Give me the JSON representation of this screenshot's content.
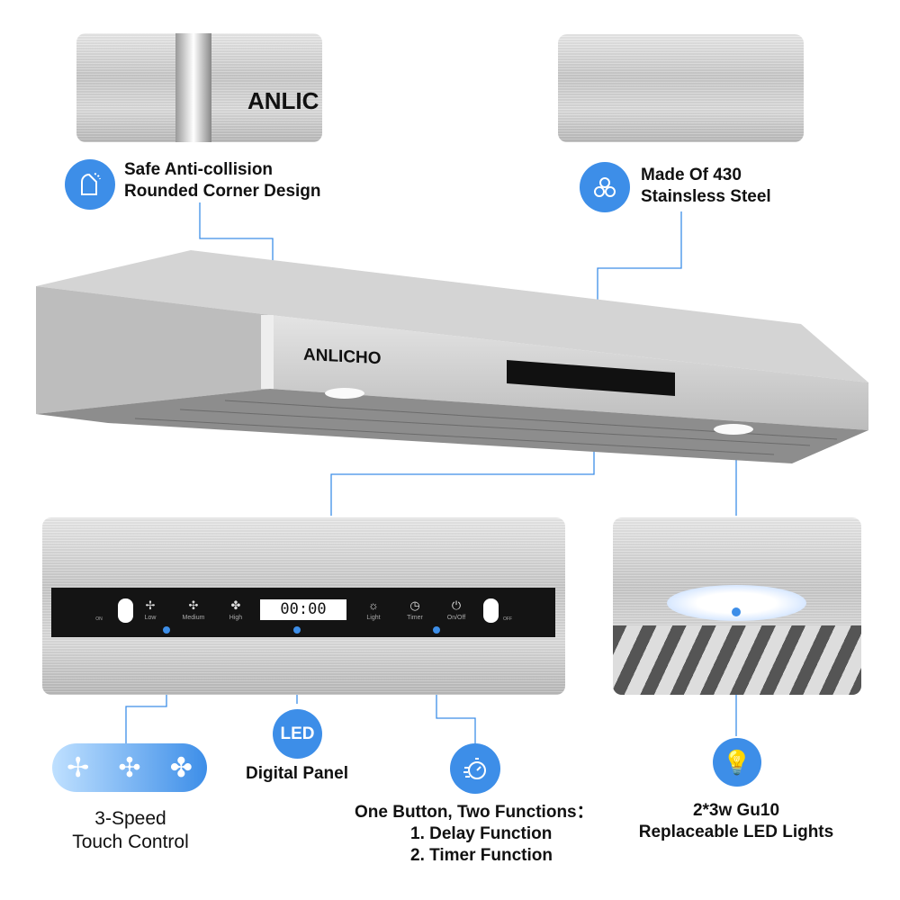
{
  "brand": "ANLICHO",
  "features": {
    "corner": {
      "line1": "Safe Anti-collision",
      "line2": "Rounded Corner Design",
      "detail_text": "ANLIC"
    },
    "steel": {
      "line1": "Made Of  430",
      "line2": "Stainsless Steel"
    },
    "speed": {
      "line1": "3-Speed",
      "line2": "Touch Control"
    },
    "led": {
      "badge": "LED",
      "label": "Digital Panel"
    },
    "timer": {
      "line1": "One Button, Two Functions：",
      "line2": "1. Delay Function",
      "line3": "2. Timer Function"
    },
    "lights": {
      "line1": "2*3w Gu10",
      "line2": "Replaceable LED Lights"
    }
  },
  "panel": {
    "on": "ON",
    "low": "Low",
    "medium": "Medium",
    "high": "High",
    "display": "00:00",
    "light": "Light",
    "timer": "Timer",
    "onoff": "On/Off",
    "off": "OFF"
  },
  "colors": {
    "accent": "#3d8ee8"
  }
}
